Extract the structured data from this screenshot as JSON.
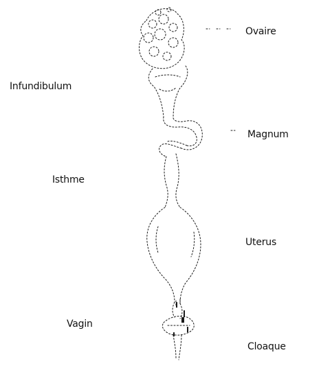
{
  "labels": {
    "ovaire": "Ovaire",
    "infundibulum": "Infundibulum",
    "magnum": "Magnum",
    "isthme": "Isthme",
    "uterus": "Uterus",
    "vagin": "Vagin",
    "cloaque": "Cloaque"
  },
  "colors": {
    "ink": "#1a1a1a",
    "background": "#ffffff"
  }
}
